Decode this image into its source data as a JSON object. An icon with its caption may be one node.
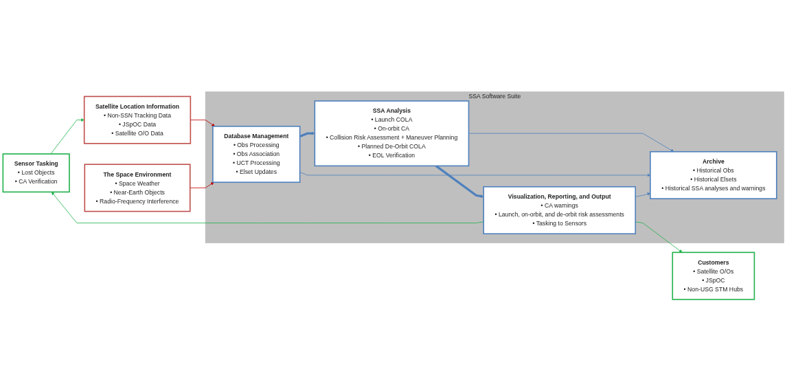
{
  "diagram": {
    "nodes": [
      {
        "text": [
          "Sensor Tasking",
          "• Lost Objects",
          "• CA Verification"
        ]
      },
      {
        "text": [
          "Satellite Location Information",
          "• Non-SSN Tracking Data",
          "• JSpOC Data",
          "• Satellite O/O Data"
        ]
      },
      {
        "text": [
          "The Space Environment",
          "• Space Weather",
          "• Near-Earth Objects",
          "• Radio-Frequency Interference"
        ]
      },
      {
        "text": [
          "SSA Software Suite"
        ]
      },
      {
        "text": [
          "Database Management",
          "• Obs Processing",
          "• Obs Association",
          "• UCT Processing",
          "• Elset Updates"
        ],
        "in": 3
      },
      {
        "text": [
          "SSA Analysis",
          "• Launch COLA",
          "• On-orbit CA",
          "• Collision Risk Assessment + Maneuver Planning",
          "• Planned De-Orbit COLA",
          "• EOL Verification"
        ],
        "in": 3
      },
      {
        "text": [
          "Visualization, Reporting, and Output",
          "• CA warnings",
          "• Launch, on-orbit, and de-orbit risk assessments",
          "• Tasking to Sensors"
        ],
        "in": 3
      },
      {
        "text": [
          "Archive",
          "• Historical Obs",
          "• Historical Elsets",
          "• Historical SSA analyses and warnings"
        ],
        "in": 3
      },
      {
        "text": [
          "Customers",
          "• Satellite O/Os",
          "• JSpOC",
          "• Non-USG STM Hubs"
        ]
      }
    ],
    "edges": [
      {
        "from": 0,
        "to": 1,
        "arrow": "to",
        "color": "#22b14c"
      },
      {
        "from": 6,
        "to": 0,
        "arrow": "to",
        "color": "#22b14c"
      },
      {
        "from": 1,
        "to": 4,
        "arrow": "to",
        "color": "#c00000"
      },
      {
        "from": 2,
        "to": 4,
        "arrow": "to",
        "color": "#c00000"
      },
      {
        "from": 4,
        "to": 5,
        "arrow": "to",
        "style": "thick"
      },
      {
        "from": 5,
        "to": 6,
        "arrow": "to",
        "style": "thick"
      },
      {
        "from": 6,
        "to": 8,
        "arrow": "to",
        "color": "#22b14c"
      },
      {
        "from": 5,
        "to": 7,
        "arrow": "to"
      },
      {
        "from": 4,
        "to": 7,
        "arrow": "to"
      },
      {
        "from": 6,
        "to": 7,
        "arrow": "to"
      }
    ]
  }
}
